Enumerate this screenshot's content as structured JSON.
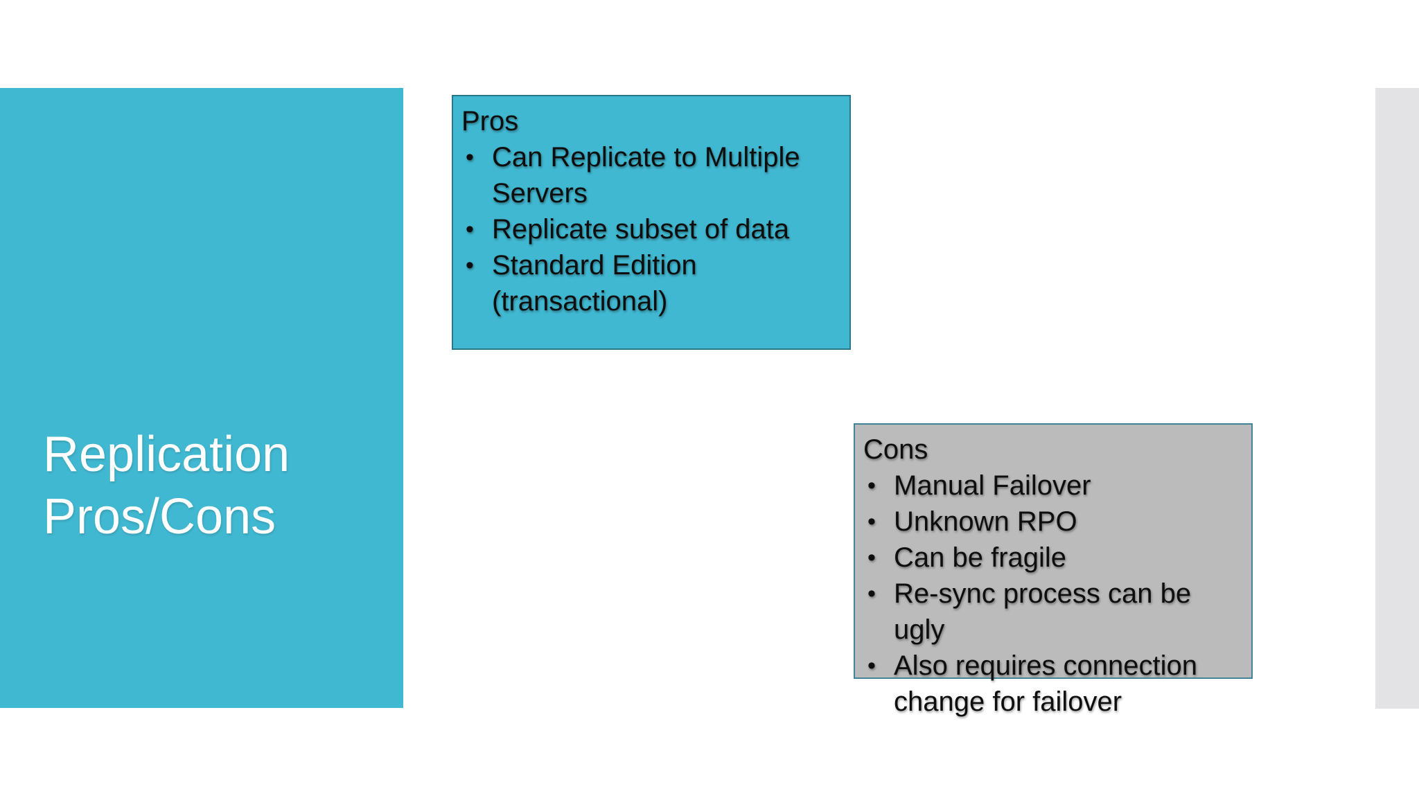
{
  "slide": {
    "title": "Replication Pros/Cons",
    "accent_color": "#41b8d1",
    "gray_color": "#bbbbbb"
  },
  "bullet_char": "•",
  "pros_box": {
    "heading": "Pros",
    "items": [
      "Can Replicate to Multiple Servers",
      "Replicate subset of data",
      "Standard Edition (transactional)"
    ]
  },
  "cons_box": {
    "heading": "Cons",
    "items": [
      "Manual Failover",
      "Unknown RPO",
      "Can be fragile",
      "Re-sync process can be ugly",
      "Also requires connection change for failover"
    ]
  }
}
